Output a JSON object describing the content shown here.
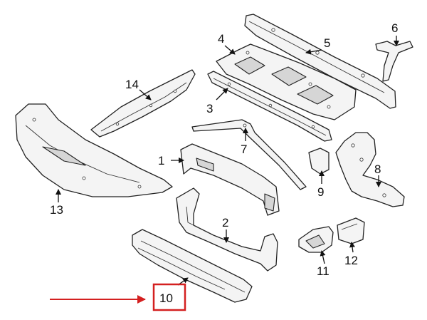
{
  "diagram": {
    "callouts": [
      {
        "id": "1",
        "label": "1"
      },
      {
        "id": "2",
        "label": "2"
      },
      {
        "id": "3",
        "label": "3"
      },
      {
        "id": "4",
        "label": "4"
      },
      {
        "id": "5",
        "label": "5"
      },
      {
        "id": "6",
        "label": "6"
      },
      {
        "id": "7",
        "label": "7"
      },
      {
        "id": "8",
        "label": "8"
      },
      {
        "id": "9",
        "label": "9"
      },
      {
        "id": "10",
        "label": "10"
      },
      {
        "id": "11",
        "label": "11"
      },
      {
        "id": "12",
        "label": "12"
      },
      {
        "id": "13",
        "label": "13"
      },
      {
        "id": "14",
        "label": "14"
      }
    ],
    "highlight": {
      "part": "10",
      "color": "#d42020"
    },
    "line_color": "#222222"
  }
}
